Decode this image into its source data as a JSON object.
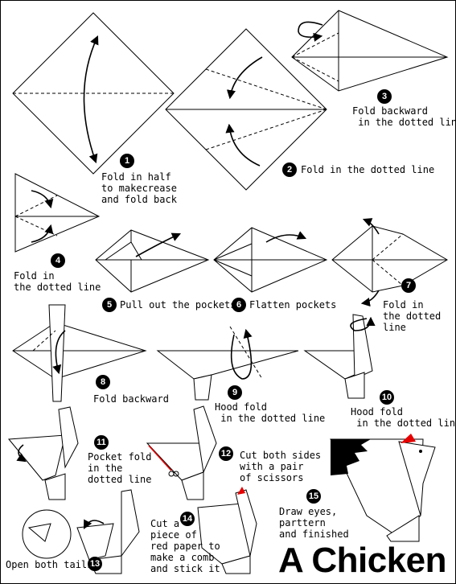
{
  "title": "A Chicken",
  "accent_color": "#e60000",
  "steps": [
    {
      "number": "1",
      "text": "Fold in half\nto makecrease\nand fold back"
    },
    {
      "number": "2",
      "text": "Fold in the dotted line"
    },
    {
      "number": "3",
      "text": "Fold backward\n in the dotted line"
    },
    {
      "number": "4",
      "text": "Fold in\nthe dotted line"
    },
    {
      "number": "5",
      "text": "Pull out the pockets"
    },
    {
      "number": "6",
      "text": "Flatten pockets"
    },
    {
      "number": "7",
      "text": "Fold in\nthe dotted\nline"
    },
    {
      "number": "8",
      "text": "Fold backward"
    },
    {
      "number": "9",
      "text": "Hood fold\n in the dotted line"
    },
    {
      "number": "10",
      "text": "Hood fold\n in the dotted line"
    },
    {
      "number": "11",
      "text": "Pocket fold\nin the\ndotted line"
    },
    {
      "number": "12",
      "text": "Cut both sides\nwith a pair\nof scissors"
    },
    {
      "number": "13",
      "text": "Open both tails"
    },
    {
      "number": "14",
      "text": "Cut a\npiece of\nred paper to\nmake a comb\nand stick it"
    },
    {
      "number": "15",
      "text": "Draw eyes,\nparttern\nand finished"
    }
  ]
}
